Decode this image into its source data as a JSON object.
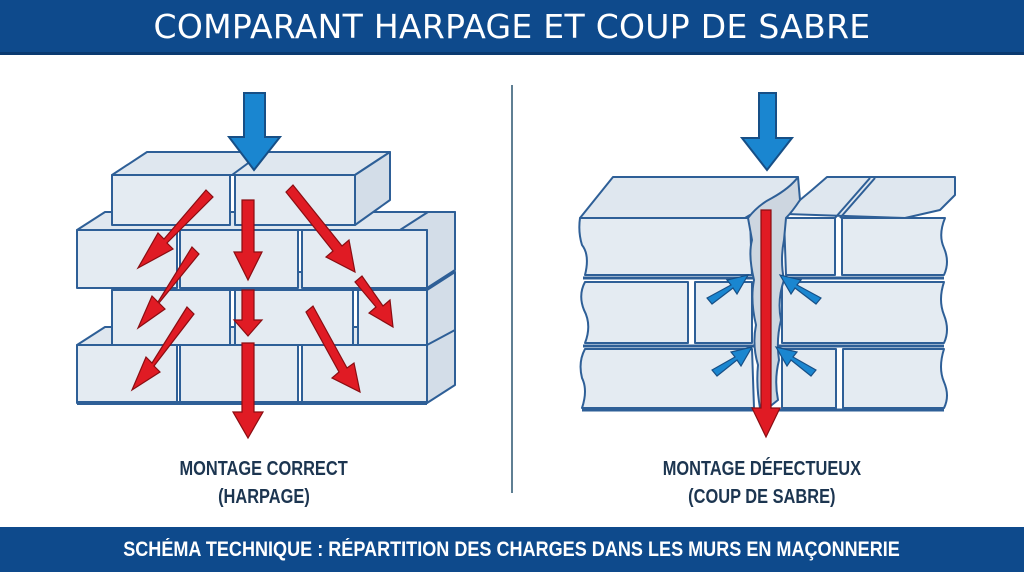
{
  "header": {
    "title": "COMPARANT HARPAGE ET COUP DE SABRE"
  },
  "panels": [
    {
      "id": "left",
      "caption_line1": "MONTAGE CORRECT",
      "caption_line2": "(HARPAGE)",
      "illustration": "staggered-brick-wall-load-distribution",
      "load_arrow": "blue-down-arrow",
      "force_arrows": "red-diagonal-and-vertical-arrows"
    },
    {
      "id": "right",
      "caption_line1": "MONTAGE DÉFECTUEUX",
      "caption_line2": "(COUP DE SABRE)",
      "illustration": "aligned-joint-wall-crack",
      "load_arrow": "blue-down-arrow",
      "force_arrows": "red-vertical-arrow-with-blue-compression-arrows"
    }
  ],
  "footer": {
    "text": "SCHÉMA TECHNIQUE : RÉPARTITION DES CHARGES DANS LES MURS EN MAÇONNERIE"
  },
  "colors": {
    "banner": "#0e4a8c",
    "brick_fill": "#e4ebf2",
    "brick_stroke": "#2e5f97",
    "load_arrow": "#1a86d0",
    "force_arrow": "#e01b24",
    "caption_text": "#1c3550",
    "divider": "#5f7f93"
  }
}
